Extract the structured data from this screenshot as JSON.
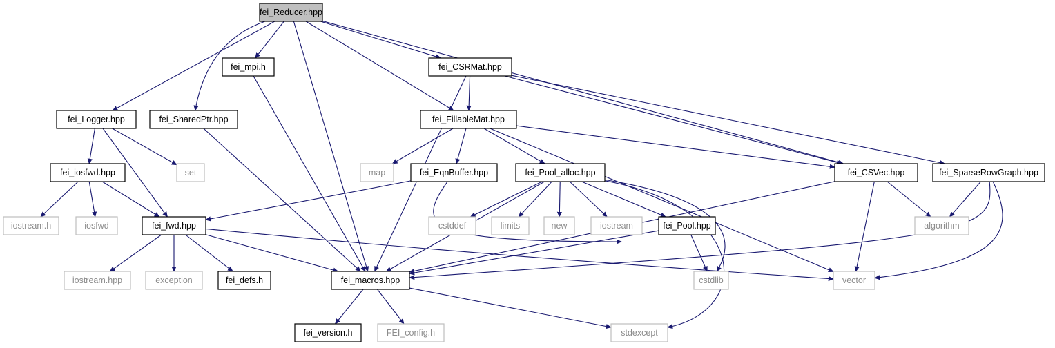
{
  "edge_color": "#191970",
  "nodes": [
    {
      "id": "reducer",
      "label": "fei_Reducer.hpp",
      "kind": "root"
    },
    {
      "id": "mpi",
      "label": "fei_mpi.h",
      "kind": "doc"
    },
    {
      "id": "csrmat",
      "label": "fei_CSRMat.hpp",
      "kind": "doc"
    },
    {
      "id": "logger",
      "label": "fei_Logger.hpp",
      "kind": "doc"
    },
    {
      "id": "sharedptr",
      "label": "fei_SharedPtr.hpp",
      "kind": "doc"
    },
    {
      "id": "fillablemat",
      "label": "fei_FillableMat.hpp",
      "kind": "doc"
    },
    {
      "id": "iosfwdhpp",
      "label": "fei_iosfwd.hpp",
      "kind": "doc"
    },
    {
      "id": "set",
      "label": "set",
      "kind": "ext"
    },
    {
      "id": "map",
      "label": "map",
      "kind": "ext"
    },
    {
      "id": "eqnbuffer",
      "label": "fei_EqnBuffer.hpp",
      "kind": "doc"
    },
    {
      "id": "poolalloc",
      "label": "fei_Pool_alloc.hpp",
      "kind": "doc"
    },
    {
      "id": "csvec",
      "label": "fei_CSVec.hpp",
      "kind": "doc"
    },
    {
      "id": "sparserow",
      "label": "fei_SparseRowGraph.hpp",
      "kind": "doc"
    },
    {
      "id": "iostreamh",
      "label": "iostream.h",
      "kind": "ext"
    },
    {
      "id": "iosfwd",
      "label": "iosfwd",
      "kind": "ext"
    },
    {
      "id": "fwd",
      "label": "fei_fwd.hpp",
      "kind": "doc"
    },
    {
      "id": "cstddef",
      "label": "cstddef",
      "kind": "ext"
    },
    {
      "id": "limits",
      "label": "limits",
      "kind": "ext"
    },
    {
      "id": "new",
      "label": "new",
      "kind": "ext"
    },
    {
      "id": "iostream",
      "label": "iostream",
      "kind": "ext"
    },
    {
      "id": "pool",
      "label": "fei_Pool.hpp",
      "kind": "doc"
    },
    {
      "id": "algorithm",
      "label": "algorithm",
      "kind": "ext"
    },
    {
      "id": "iostreamhpp",
      "label": "iostream.hpp",
      "kind": "ext"
    },
    {
      "id": "exception",
      "label": "exception",
      "kind": "ext"
    },
    {
      "id": "defs",
      "label": "fei_defs.h",
      "kind": "doc"
    },
    {
      "id": "macros",
      "label": "fei_macros.hpp",
      "kind": "doc"
    },
    {
      "id": "cstdlib",
      "label": "cstdlib",
      "kind": "ext"
    },
    {
      "id": "vector",
      "label": "vector",
      "kind": "ext"
    },
    {
      "id": "version",
      "label": "fei_version.h",
      "kind": "doc"
    },
    {
      "id": "feiconfig",
      "label": "FEI_config.h",
      "kind": "ext"
    },
    {
      "id": "stdexcept",
      "label": "stdexcept",
      "kind": "ext"
    }
  ],
  "edges": [
    [
      "reducer",
      "logger"
    ],
    [
      "reducer",
      "sharedptr"
    ],
    [
      "reducer",
      "mpi"
    ],
    [
      "reducer",
      "macros"
    ],
    [
      "reducer",
      "fillablemat"
    ],
    [
      "reducer",
      "csrmat"
    ],
    [
      "reducer",
      "csvec"
    ],
    [
      "mpi",
      "macros"
    ],
    [
      "csrmat",
      "macros"
    ],
    [
      "csrmat",
      "fillablemat"
    ],
    [
      "csrmat",
      "csvec"
    ],
    [
      "csrmat",
      "sparserow"
    ],
    [
      "logger",
      "iosfwdhpp"
    ],
    [
      "logger",
      "set"
    ],
    [
      "logger",
      "fwd"
    ],
    [
      "sharedptr",
      "macros"
    ],
    [
      "fillablemat",
      "map"
    ],
    [
      "fillablemat",
      "eqnbuffer"
    ],
    [
      "fillablemat",
      "poolalloc"
    ],
    [
      "fillablemat",
      "csvec"
    ],
    [
      "fillablemat",
      "vector"
    ],
    [
      "iosfwdhpp",
      "iostreamh"
    ],
    [
      "iosfwdhpp",
      "iosfwd"
    ],
    [
      "iosfwdhpp",
      "fwd"
    ],
    [
      "eqnbuffer",
      "fwd"
    ],
    [
      "eqnbuffer",
      "vector"
    ],
    [
      "poolalloc",
      "cstddef"
    ],
    [
      "poolalloc",
      "limits"
    ],
    [
      "poolalloc",
      "new"
    ],
    [
      "poolalloc",
      "iostream"
    ],
    [
      "poolalloc",
      "pool"
    ],
    [
      "poolalloc",
      "macros"
    ],
    [
      "poolalloc",
      "cstdlib"
    ],
    [
      "poolalloc",
      "stdexcept"
    ],
    [
      "csvec",
      "algorithm"
    ],
    [
      "csvec",
      "vector"
    ],
    [
      "csvec",
      "macros"
    ],
    [
      "sparserow",
      "algorithm"
    ],
    [
      "sparserow",
      "vector"
    ],
    [
      "sparserow",
      "macros"
    ],
    [
      "fwd",
      "iostreamhpp"
    ],
    [
      "fwd",
      "exception"
    ],
    [
      "fwd",
      "defs"
    ],
    [
      "fwd",
      "macros"
    ],
    [
      "fwd",
      "vector"
    ],
    [
      "pool",
      "macros"
    ],
    [
      "pool",
      "cstdlib"
    ],
    [
      "macros",
      "version"
    ],
    [
      "macros",
      "feiconfig"
    ],
    [
      "macros",
      "stdexcept"
    ]
  ]
}
